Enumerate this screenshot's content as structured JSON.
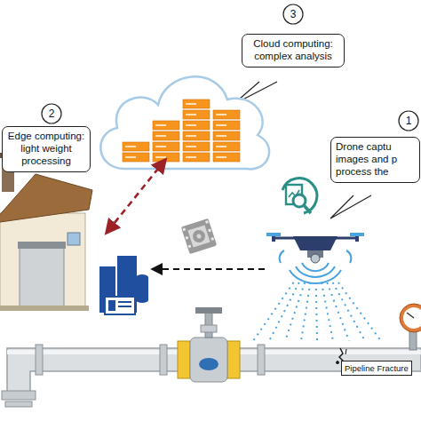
{
  "diagram": {
    "nodes": [
      {
        "text": [
          "3"
        ]
      },
      {
        "text": [
          "Cloud computing: complex analysis"
        ]
      },
      {
        "text": [
          "2"
        ]
      },
      {
        "text": [
          "Edge computing: light weight processing"
        ]
      },
      {
        "text": [
          "1"
        ]
      },
      {
        "text": [
          "Drone captu images and p process the"
        ]
      },
      {
        "text": [
          "Pipeline Fracture"
        ]
      }
    ]
  }
}
